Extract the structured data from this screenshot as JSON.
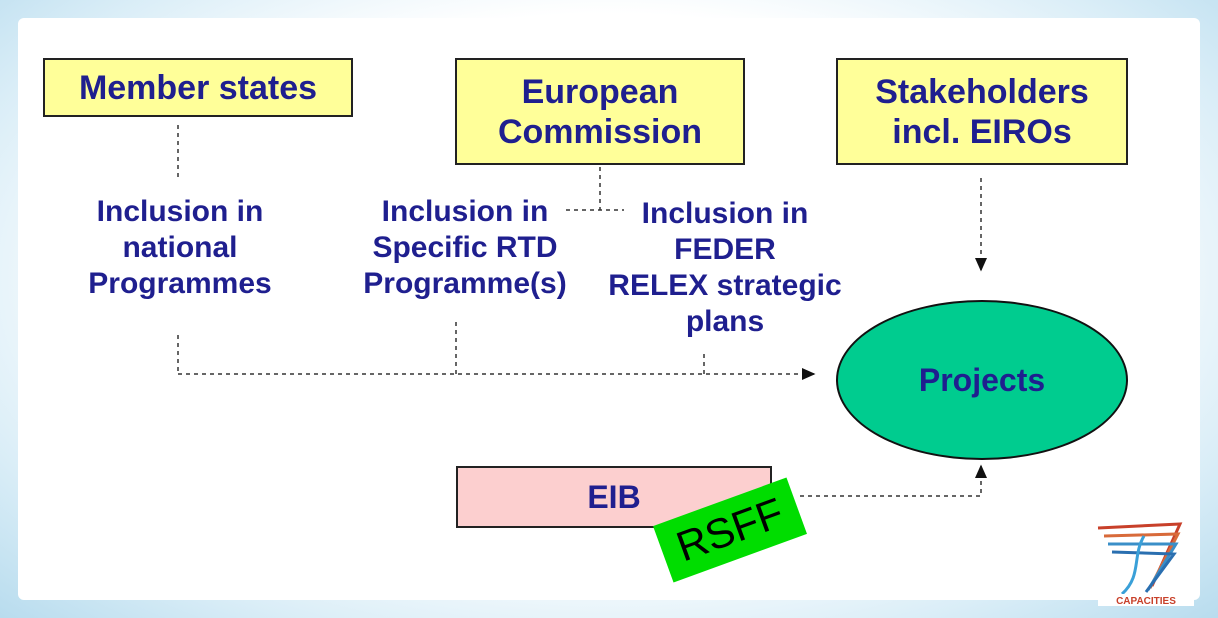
{
  "diagram": {
    "boxes": {
      "member_states": "Member states",
      "european_commission": "European\nCommission",
      "stakeholders": "Stakeholders\nincl. EIROs",
      "eib": "EIB",
      "projects": "Projects",
      "rsff": "RSFF"
    },
    "labels": {
      "national": "Inclusion in\nnational\nProgrammes",
      "rtd": "Inclusion in\nSpecific RTD\nProgramme(s)",
      "feder": "Inclusion in\nFEDER\nRELEX strategic\nplans"
    }
  },
  "logo": {
    "text": "CAPACITIES",
    "icon": "fp7-logo-icon"
  },
  "colors": {
    "box_fill": "#ffff99",
    "text": "#1f1f8f",
    "projects_fill": "#00cc8f",
    "eib_fill": "#fccfcf",
    "rsff_fill": "#00dd00"
  }
}
